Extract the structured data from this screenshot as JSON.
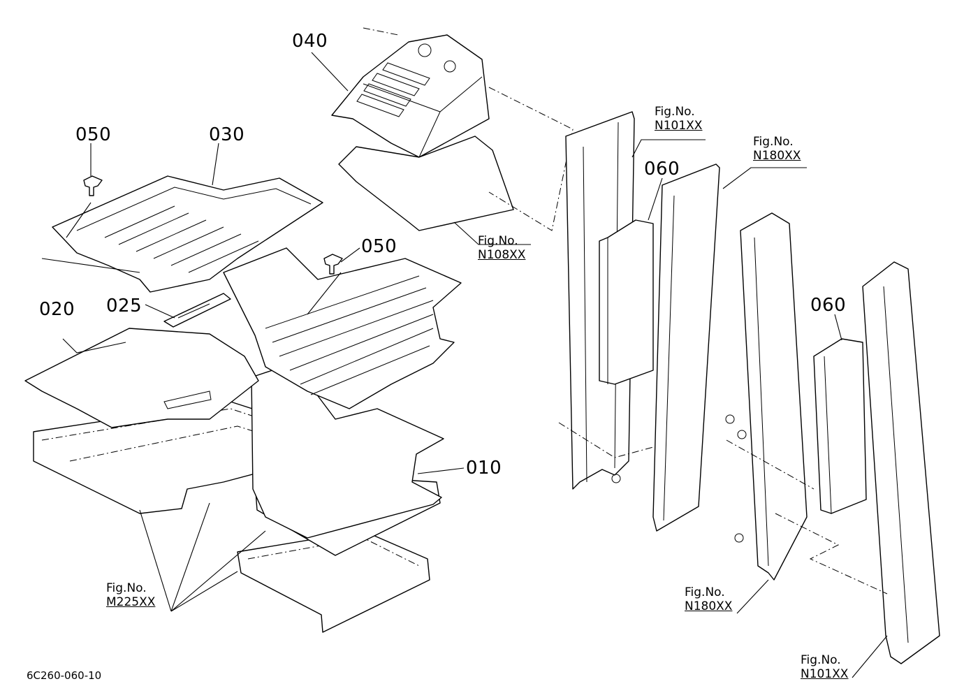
{
  "diagram": {
    "drawing_code": "6C260-060-10",
    "parts": [
      {
        "id": "010",
        "label": "010"
      },
      {
        "id": "020",
        "label": "020"
      },
      {
        "id": "025",
        "label": "025"
      },
      {
        "id": "030",
        "label": "030"
      },
      {
        "id": "040",
        "label": "040"
      },
      {
        "id": "050a",
        "label": "050"
      },
      {
        "id": "050b",
        "label": "050"
      },
      {
        "id": "060a",
        "label": "060"
      },
      {
        "id": "060b",
        "label": "060"
      }
    ],
    "fig_refs": [
      {
        "prefix": "Fig.No.",
        "number": "N101XX"
      },
      {
        "prefix": "Fig.No.",
        "number": "N180XX"
      },
      {
        "prefix": "Fig.No.",
        "number": "N108XX"
      },
      {
        "prefix": "Fig.No.",
        "number": "M225XX"
      },
      {
        "prefix": "Fig.No.",
        "number": "N180XX"
      },
      {
        "prefix": "Fig.No.",
        "number": "N101XX"
      }
    ]
  }
}
